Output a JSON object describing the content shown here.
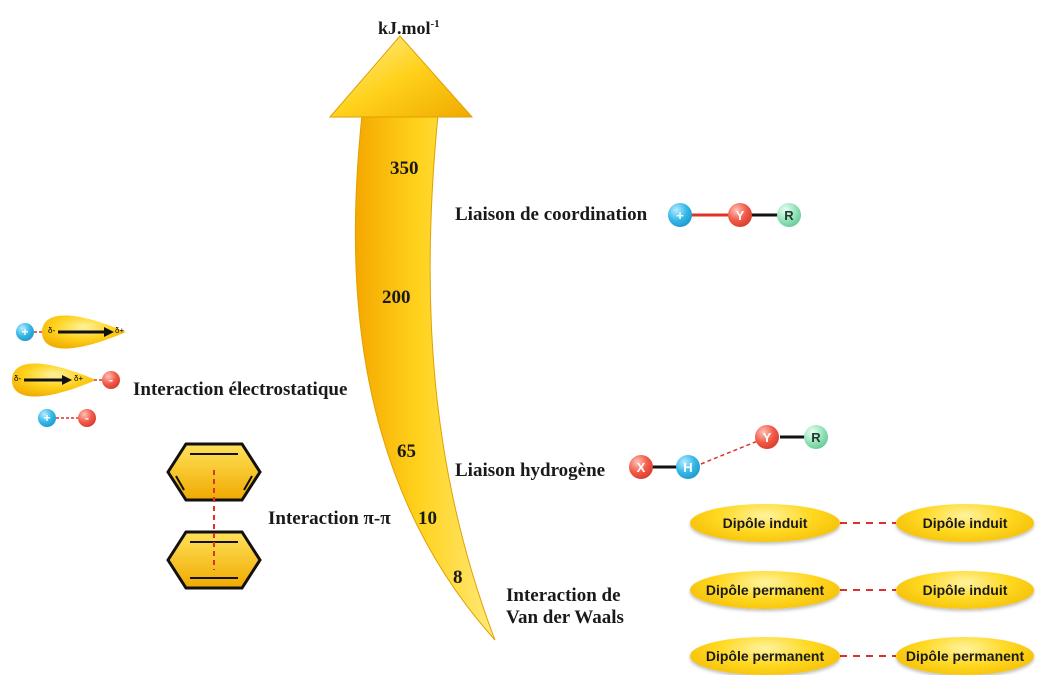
{
  "unit": "kJ.mol",
  "unit_exp": "-1",
  "values": {
    "v350": "350",
    "v200": "200",
    "v65": "65",
    "v10": "10",
    "v8": "8"
  },
  "labels": {
    "coordination": "Liaison de coordination",
    "electrostatic": "Interaction électrostatique",
    "hydrogen": "Liaison hydrogène",
    "pipi": "Interaction π-π",
    "vdw_line1": "Interaction de",
    "vdw_line2": "Van der Waals"
  },
  "coordination_atoms": {
    "plus": "+",
    "y": "Y",
    "r": "R"
  },
  "hbond_atoms": {
    "x": "X",
    "h": "H",
    "y": "Y",
    "r": "R"
  },
  "electrostatic_atoms": {
    "plus": "+",
    "minus": "-",
    "delta_minus": "δ-",
    "delta_plus": "δ+"
  },
  "dipoles": [
    {
      "left": "Dipôle induit",
      "right": "Dipôle induit"
    },
    {
      "left": "Dipôle permanent",
      "right": "Dipôle induit"
    },
    {
      "left": "Dipôle permanent",
      "right": "Dipôle permanent"
    }
  ],
  "colors": {
    "arrow": "#ffc61a",
    "cation": "#34b8e8",
    "anion": "#f25a48",
    "neutral": "#8ee0b4",
    "dashed_bond": "#e0302a"
  }
}
